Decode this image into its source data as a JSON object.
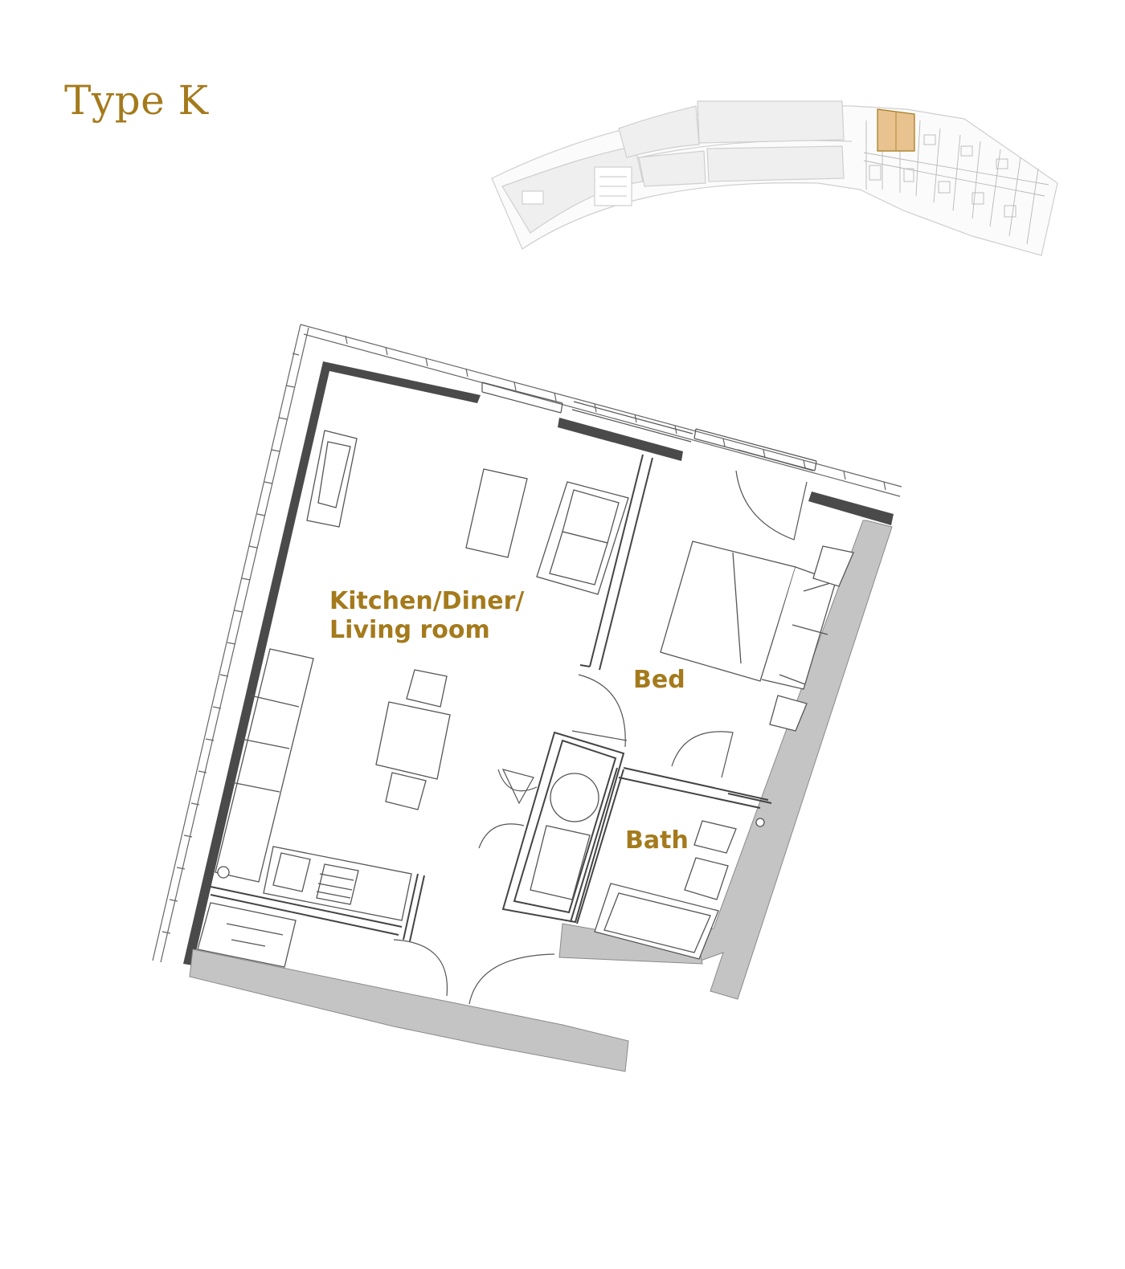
{
  "title": "Type K",
  "rooms": {
    "living_line1": "Kitchen/Diner/",
    "living_line2": "Living room",
    "bed": "Bed",
    "bath": "Bath"
  },
  "colors": {
    "accent": "#a47a1c",
    "highlight": "#e8c28f",
    "wall_dark": "#4a4a4a",
    "wall_grey": "#c4c4c4",
    "line": "#555555"
  },
  "icons": {
    "key_plan": "building-key-plan",
    "floor_plan": "apartment-floor-plan"
  }
}
